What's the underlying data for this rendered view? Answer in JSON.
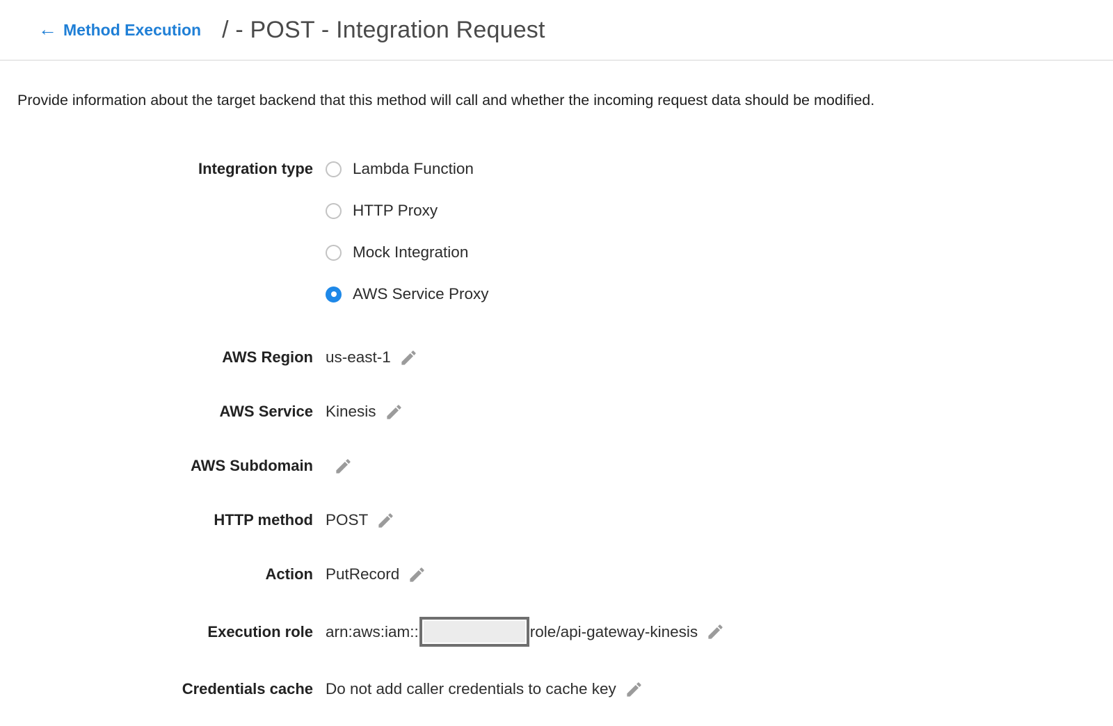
{
  "header": {
    "back_label": "Method Execution",
    "back_arrow": "←",
    "title": "/ - POST - Integration Request"
  },
  "description": "Provide information about the target backend that this method will call and whether the incoming request data should be modified.",
  "form": {
    "integration_type": {
      "label": "Integration type",
      "options": [
        {
          "label": "Lambda Function",
          "selected": false
        },
        {
          "label": "HTTP Proxy",
          "selected": false
        },
        {
          "label": "Mock Integration",
          "selected": false
        },
        {
          "label": "AWS Service Proxy",
          "selected": true
        }
      ]
    },
    "fields": [
      {
        "label": "AWS Region",
        "value": "us-east-1"
      },
      {
        "label": "AWS Service",
        "value": "Kinesis"
      },
      {
        "label": "AWS Subdomain",
        "value": ""
      },
      {
        "label": "HTTP method",
        "value": "POST"
      },
      {
        "label": "Action",
        "value": "PutRecord"
      },
      {
        "label": "Execution role",
        "value_prefix": "arn:aws:iam::",
        "redacted": true,
        "value_suffix": "role/api-gateway-kinesis"
      },
      {
        "label": "Credentials cache",
        "value": "Do not add caller credentials to cache key"
      }
    ]
  },
  "icons": {
    "edit": "pencil-icon",
    "back": "back-arrow-icon"
  },
  "colors": {
    "link_blue": "#1f7fd6",
    "radio_selected_blue": "#1e88e8",
    "title_gray": "#4a4a4a",
    "pencil_gray": "#9b9b9b",
    "divider": "#d6d6d6",
    "redacted_fill": "#ececec",
    "redacted_border": "#6f6f6f"
  }
}
